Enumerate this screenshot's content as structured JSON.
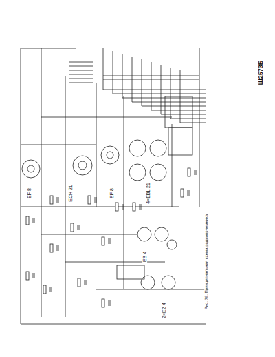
{
  "diagram": {
    "caption": "Рис. 79. Принципиальная схема радиоприемника",
    "labels": [
      "Ш2573Б",
      "EF 8",
      "ECH 21",
      "EF 8",
      "4×EBL 21",
      "EB 4",
      "2×EZ 4"
    ]
  }
}
